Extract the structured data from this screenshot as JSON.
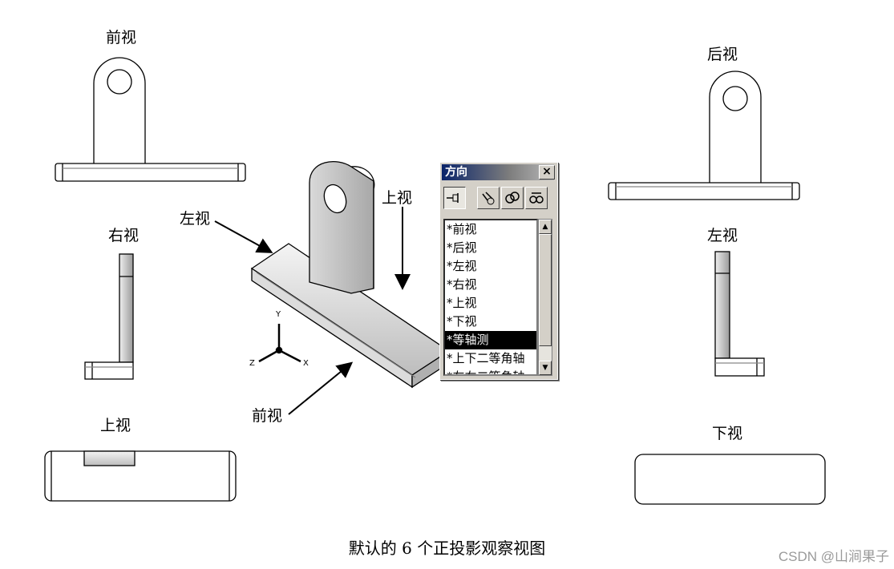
{
  "labels": {
    "front_view": "前视",
    "back_view": "后视",
    "right_view": "右视",
    "left_view": "左视",
    "top_view": "上视",
    "bottom_view": "下视",
    "iso_left": "左视",
    "iso_top": "上视",
    "iso_front": "前视"
  },
  "axes": {
    "y": "Y",
    "z": "Z",
    "x": "X"
  },
  "dialog": {
    "title": "方向",
    "close": "×",
    "toolbar": [
      "pin-icon",
      "view-new-icon",
      "view-update-icon",
      "view-reset-icon"
    ],
    "items": [
      "*前视",
      "*后视",
      "*左视",
      "*右视",
      "*上视",
      "*下视",
      "*等轴测",
      "*上下二等角轴",
      "*左右二等角轴"
    ],
    "selected_index": 6
  },
  "caption": "默认的 6 个正投影观察视图",
  "watermark": "CSDN @山涧果子"
}
